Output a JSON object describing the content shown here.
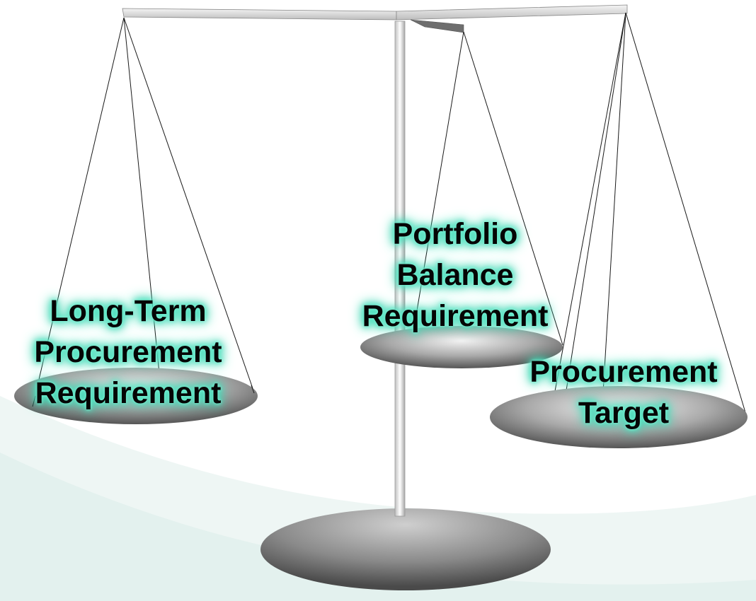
{
  "labels": {
    "long_term": [
      "Long-Term",
      "Procurement",
      "Requirement"
    ],
    "portfolio": [
      "Portfolio",
      "Balance",
      "Requirement"
    ],
    "procurement_target": [
      "Procurement",
      "Target"
    ]
  }
}
